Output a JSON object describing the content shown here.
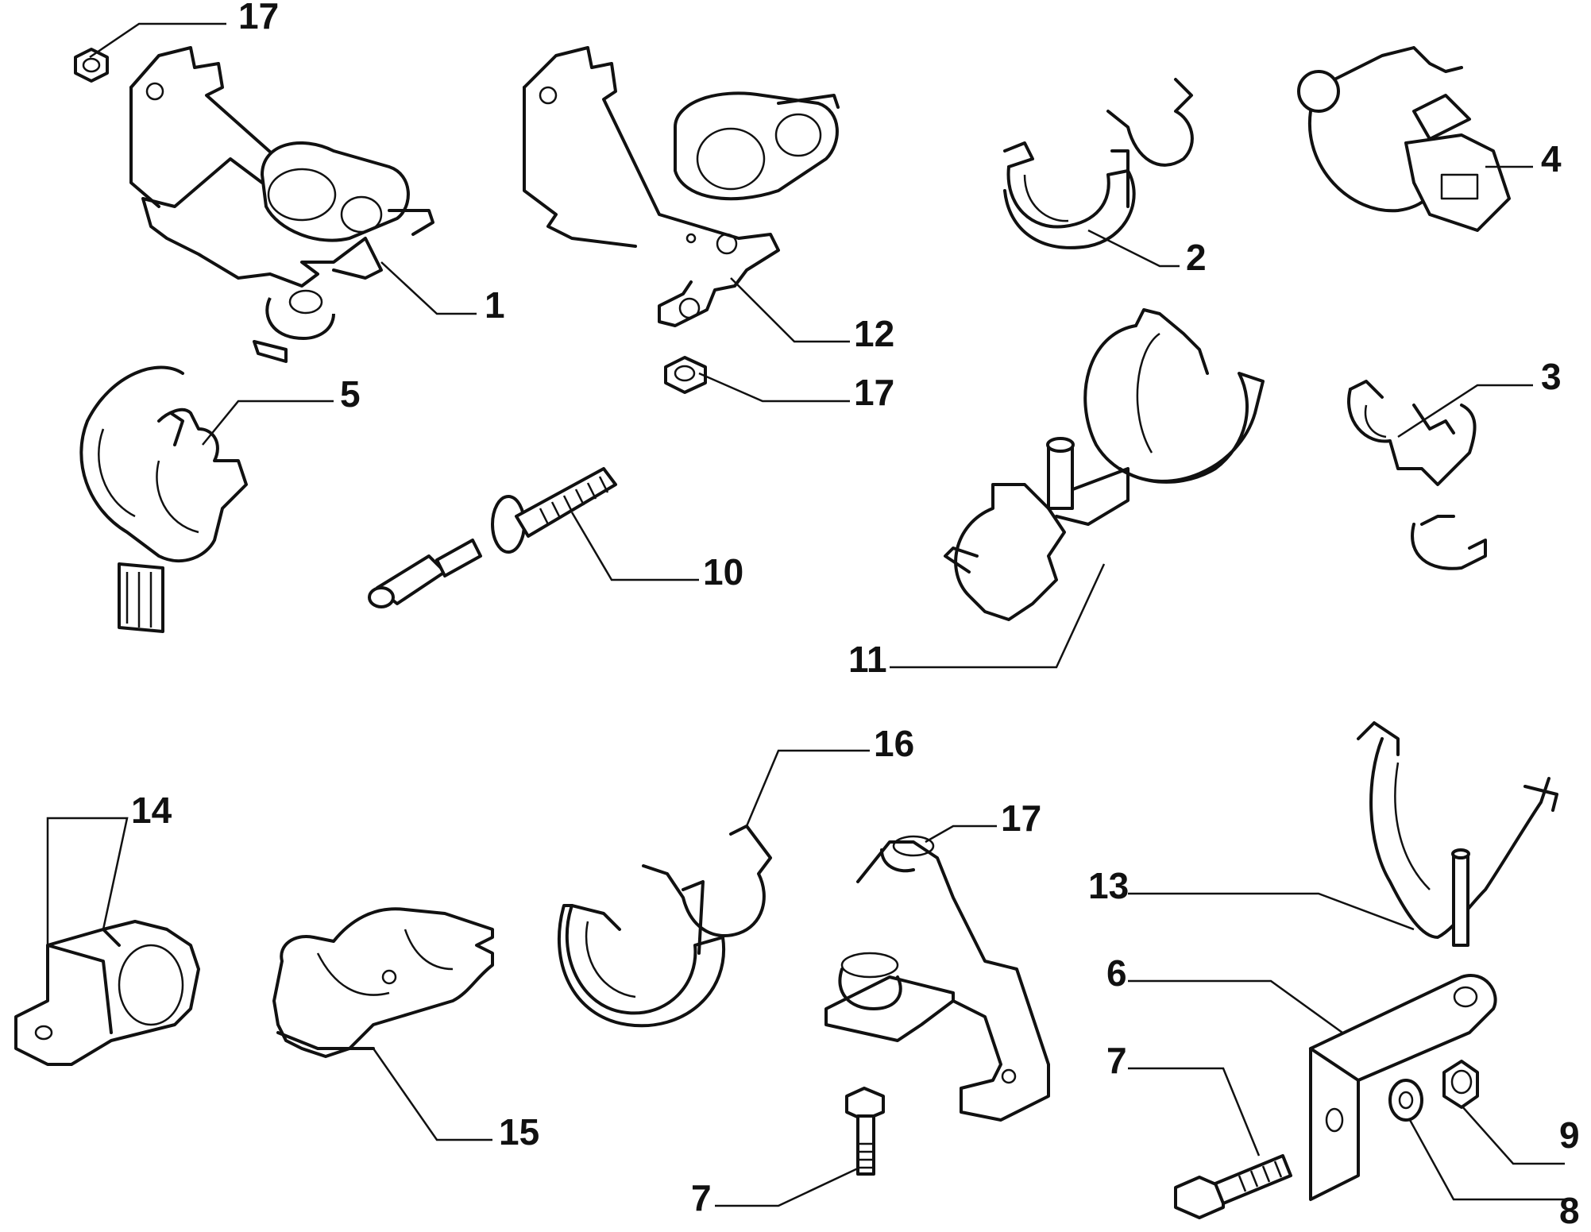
{
  "callouts": [
    {
      "id": "c17a",
      "label": "17"
    },
    {
      "id": "c1",
      "label": "1"
    },
    {
      "id": "c12",
      "label": "12"
    },
    {
      "id": "c17b",
      "label": "17"
    },
    {
      "id": "c2",
      "label": "2"
    },
    {
      "id": "c4",
      "label": "4"
    },
    {
      "id": "c3",
      "label": "3"
    },
    {
      "id": "c5",
      "label": "5"
    },
    {
      "id": "c10",
      "label": "10"
    },
    {
      "id": "c11",
      "label": "11"
    },
    {
      "id": "c16",
      "label": "16"
    },
    {
      "id": "c14",
      "label": "14"
    },
    {
      "id": "c17c",
      "label": "17"
    },
    {
      "id": "c13",
      "label": "13"
    },
    {
      "id": "c6",
      "label": "6"
    },
    {
      "id": "c7a",
      "label": "7"
    },
    {
      "id": "c9",
      "label": "9"
    },
    {
      "id": "c15",
      "label": "15"
    },
    {
      "id": "c7b",
      "label": "7"
    },
    {
      "id": "c8",
      "label": "8"
    }
  ],
  "colors": {
    "line": "#111111",
    "background": "#ffffff"
  }
}
